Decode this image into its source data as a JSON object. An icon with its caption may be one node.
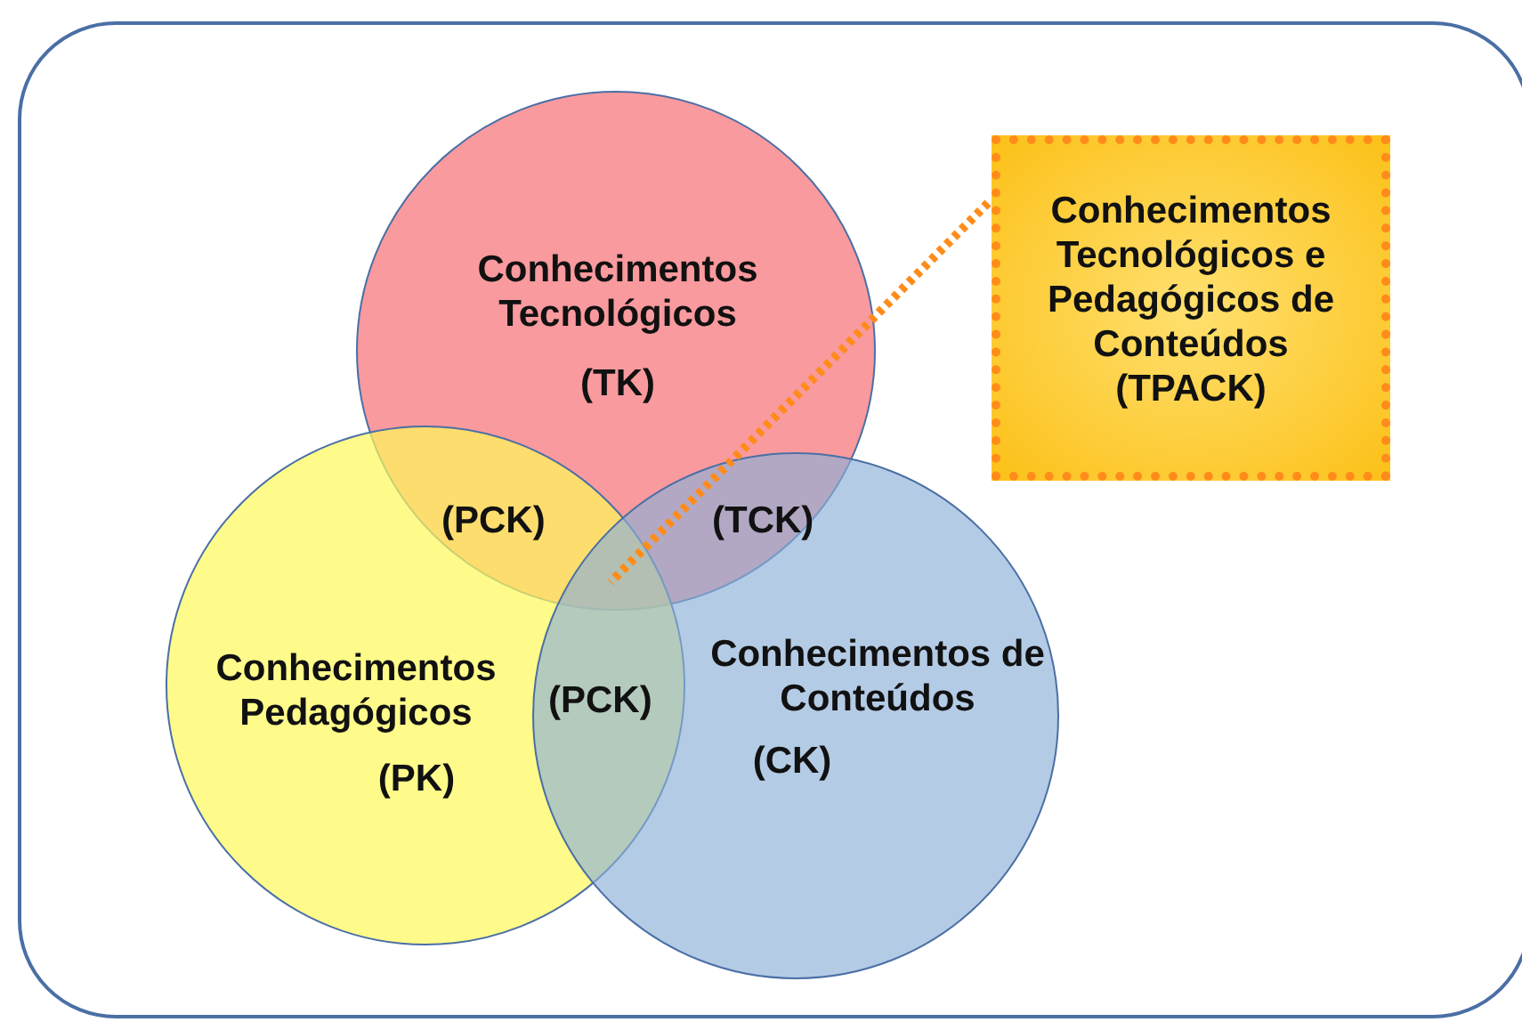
{
  "diagram": {
    "nodes": [
      {
        "text": [],
        "shape": "box"
      },
      {
        "text": [
          "Conhecimentos Tecnológicos",
          "(TK)"
        ],
        "in": 0
      },
      {
        "text": [
          "Conhecimentos Tecnológicos e Pedagógicos de Conteúdos (TPACK)"
        ],
        "in": 0
      },
      {
        "text": [
          "Conhecimentos Pedagógicos",
          "(PK)"
        ],
        "in": 0
      },
      {
        "text": [
          "Conhecimentos de Conteúdos",
          "(CK)"
        ],
        "in": 0
      }
    ],
    "edges": [
      {
        "from": 2,
        "to": 1,
        "arrow": "none",
        "style": "dashed",
        "color": "#ff8c1a"
      }
    ],
    "labels": [
      "(PCK)",
      "(TCK)",
      "(PCK)"
    ]
  }
}
